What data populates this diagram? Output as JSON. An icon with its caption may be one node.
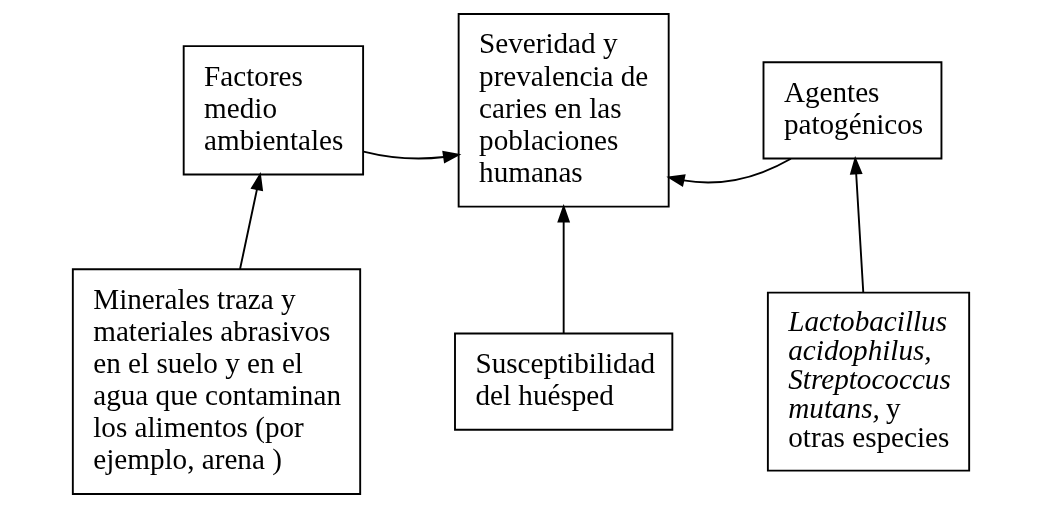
{
  "diagram": {
    "nodes": [
      {
        "text": [
          "Factores medio ambientales"
        ]
      },
      {
        "text": [
          "Severidad y prevalencia de caries en las poblaciones humanas"
        ]
      },
      {
        "text": [
          "Agentes patogénicos"
        ]
      },
      {
        "text": [
          "Minerales traza y materiales abrasivos en el suelo y en el agua que contaminan los alimentos (por ejemplo, arena )"
        ]
      },
      {
        "text": [
          "Susceptibilidad del huésped"
        ]
      },
      {
        "text": [
          "*Lactobacillus acidophilus, Streptococcus mutans,* y otras especies"
        ]
      }
    ],
    "edges": [
      {
        "from": 0,
        "to": 1,
        "arrow": "to"
      },
      {
        "from": 2,
        "to": 1,
        "arrow": "to"
      },
      {
        "from": 4,
        "to": 1,
        "arrow": "to"
      },
      {
        "from": 3,
        "to": 0,
        "arrow": "to"
      },
      {
        "from": 5,
        "to": 2,
        "arrow": "to"
      }
    ]
  }
}
